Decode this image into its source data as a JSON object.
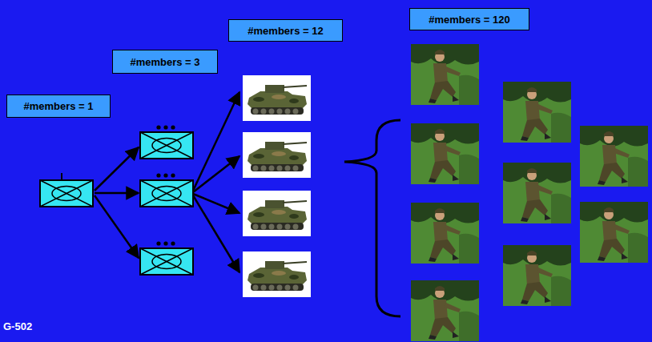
{
  "diagram": {
    "nodes": [
      {
        "text": [
          "#members = 1"
        ]
      },
      {
        "text": [
          "#members = 3"
        ]
      },
      {
        "text": [
          "#members = 12"
        ]
      },
      {
        "text": [
          "#members = 120"
        ]
      }
    ],
    "labels": [
      "G-502"
    ]
  }
}
